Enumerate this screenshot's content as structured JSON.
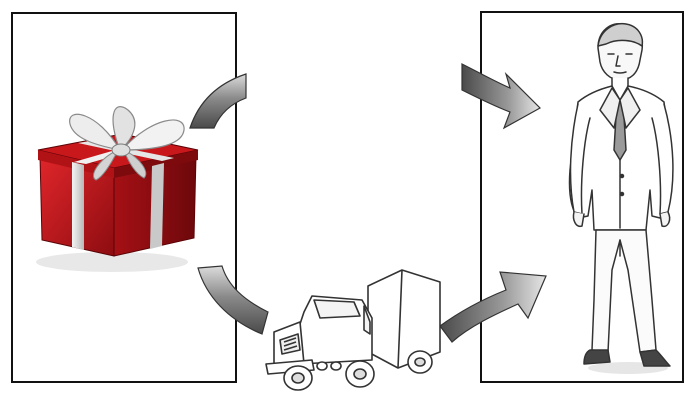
{
  "diagram": {
    "nodes": [
      {
        "id": "gift",
        "icon": "gift-box-icon"
      },
      {
        "id": "truck",
        "icon": "delivery-truck-icon"
      },
      {
        "id": "person",
        "icon": "businessman-icon"
      }
    ],
    "flows": [
      {
        "from": "gift",
        "to": "person",
        "style": "curved-arrow"
      },
      {
        "from": "gift",
        "to": "truck",
        "style": "curved-arrow"
      },
      {
        "from": "truck",
        "to": "person",
        "style": "curved-arrow"
      }
    ],
    "colors": {
      "panel_border": "#111111",
      "gift_red": "#c8181c",
      "ribbon": "#d9d9d9",
      "arrow_dark": "#4a4a4a",
      "arrow_light": "#dcdcdc",
      "sketch": "#333333"
    }
  }
}
